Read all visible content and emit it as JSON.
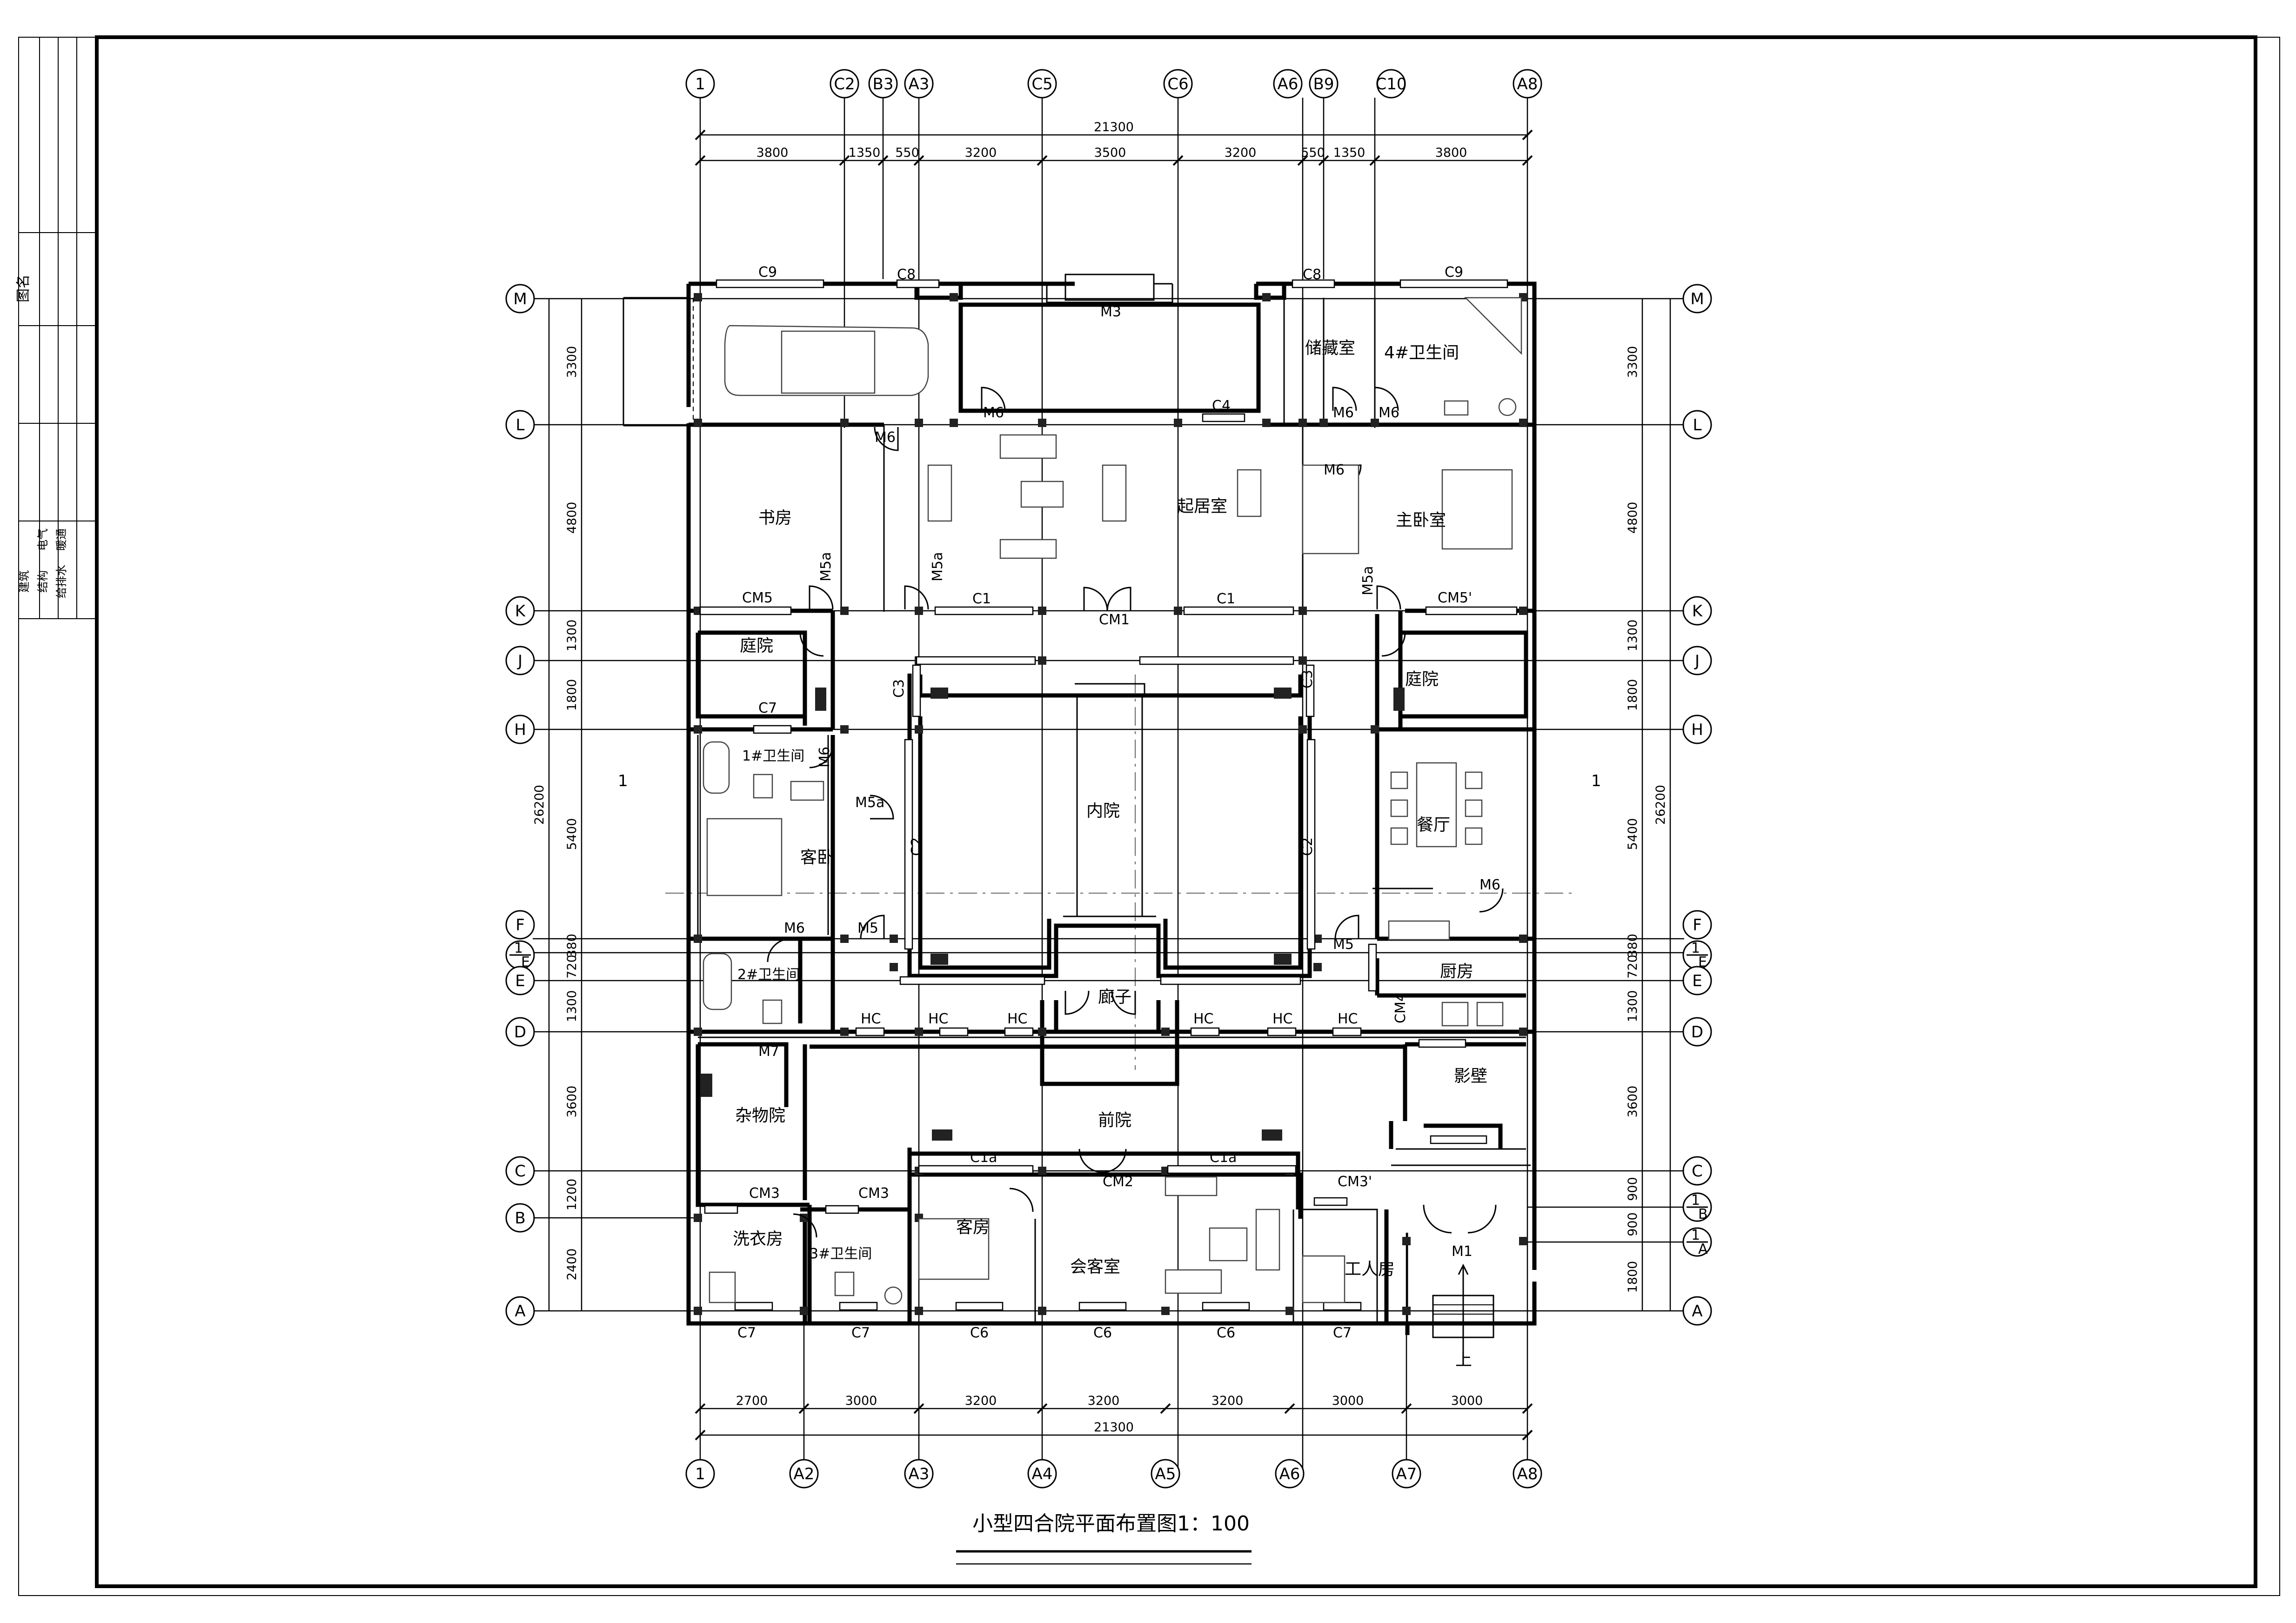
{
  "drawing": {
    "title": "小型四合院平面布置图",
    "scale": "1：100",
    "title_block_top": "图名",
    "title_block_disciplines": [
      "建筑",
      "结构",
      "给排水",
      "电气",
      "暖通"
    ]
  },
  "axes": {
    "top": [
      "1",
      "C2",
      "B3",
      "A3",
      "C5",
      "C6",
      "A6",
      "B9",
      "C10",
      "A8"
    ],
    "bottom": [
      "1",
      "A2",
      "A3",
      "A4",
      "A5",
      "A6",
      "A7",
      "A8"
    ],
    "left": [
      "M",
      "L",
      "K",
      "J",
      "H",
      "F",
      "E",
      "E",
      "D",
      "C",
      "B",
      "A"
    ],
    "right": [
      "M",
      "L",
      "K",
      "J",
      "H",
      "F",
      "E",
      "E",
      "D",
      "C",
      "B",
      "A",
      "A"
    ],
    "sub_marks": {
      "F_sub": "F",
      "E_sub": "E",
      "B_sub": "B",
      "A_sub": "A",
      "den": "1"
    },
    "section_marks": [
      "1",
      "1"
    ]
  },
  "dimensions": {
    "top_total": "21300",
    "top": [
      "3800",
      "1350",
      "550",
      "3200",
      "3500",
      "3200",
      "550",
      "1350",
      "3800"
    ],
    "bottom_total": "21300",
    "bottom": [
      "2700",
      "3000",
      "3200",
      "3200",
      "3200",
      "3000",
      "3000"
    ],
    "left_total": "26200",
    "left": [
      "3300",
      "4800",
      "1300",
      "1800",
      "5400",
      "380",
      "720",
      "1300",
      "3600",
      "1200",
      "2400"
    ],
    "right_total": "26200",
    "right": [
      "3300",
      "4800",
      "1300",
      "1800",
      "5400",
      "380",
      "720",
      "1300",
      "3600",
      "900",
      "900",
      "1800"
    ]
  },
  "rooms": {
    "study": "书房",
    "living": "起居室",
    "master_bedroom": "主卧室",
    "storage": "储藏室",
    "bath4": "4#卫生间",
    "courtyard_left": "庭院",
    "courtyard_right": "庭院",
    "bath1": "1#卫生间",
    "guest_bedroom": "客卧",
    "inner_court": "内院",
    "dining": "餐厅",
    "bath2": "2#卫生间",
    "kitchen": "厨房",
    "corridor": "廊子",
    "screen_wall": "影壁",
    "utility_yard": "杂物院",
    "front_court": "前院",
    "laundry": "洗衣房",
    "bath3": "3#卫生间",
    "guest_room": "客房",
    "reception": "会客室",
    "worker_room": "工人房",
    "up": "上"
  },
  "labels": {
    "C9": "C9",
    "C8": "C8",
    "M3": "M3",
    "C4": "C4",
    "M6": "M6",
    "M5a": "M5a",
    "CM5": "CM5",
    "CM5p": "CM5'",
    "C1": "C1",
    "CM1": "CM1",
    "C3": "C3",
    "C7": "C7",
    "C2": "C2",
    "M5": "M5",
    "HC": "HC",
    "M7": "M7",
    "CM4": "CM4",
    "CM3": "CM3",
    "CM3p": "CM3'",
    "C1a": "C1a",
    "CM2": "CM2",
    "M1": "M1",
    "C6": "C6"
  }
}
